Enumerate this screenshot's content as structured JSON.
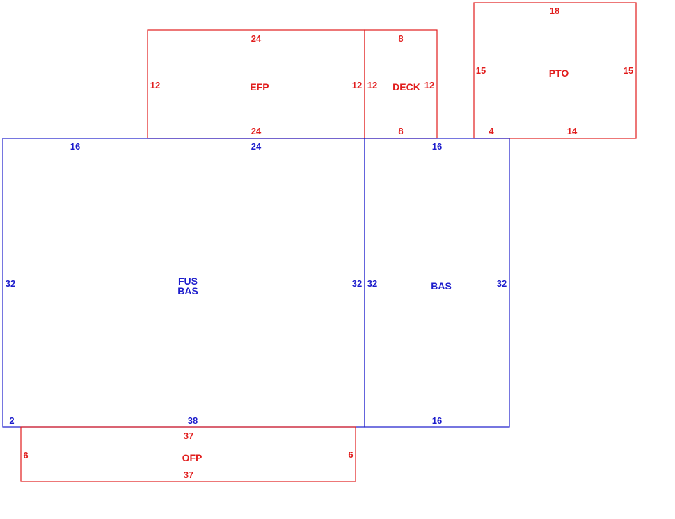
{
  "colors": {
    "red": "#e11d1d",
    "blue": "#1c1ccc"
  },
  "areas": {
    "efp": {
      "name": "EFP",
      "top": "24",
      "bottom": "24",
      "left": "12",
      "right": "12"
    },
    "deck": {
      "name": "DECK",
      "top": "8",
      "bottom": "8",
      "left": "12",
      "right": "12"
    },
    "pto": {
      "name": "PTO",
      "top": "18",
      "bottom_left": "4",
      "bottom_right": "14",
      "left": "15",
      "right": "15"
    },
    "fus_bas": {
      "name_1": "FUS",
      "name_2": "BAS",
      "top_left": "16",
      "top_right": "24",
      "left": "32",
      "right": "32",
      "bottom_left": "2",
      "bottom_right": "38"
    },
    "bas": {
      "name": "BAS",
      "top": "16",
      "bottom": "16",
      "left": "32",
      "right": "32"
    },
    "ofp": {
      "name": "OFP",
      "top": "37",
      "bottom": "37",
      "left": "6",
      "right": "6"
    }
  }
}
